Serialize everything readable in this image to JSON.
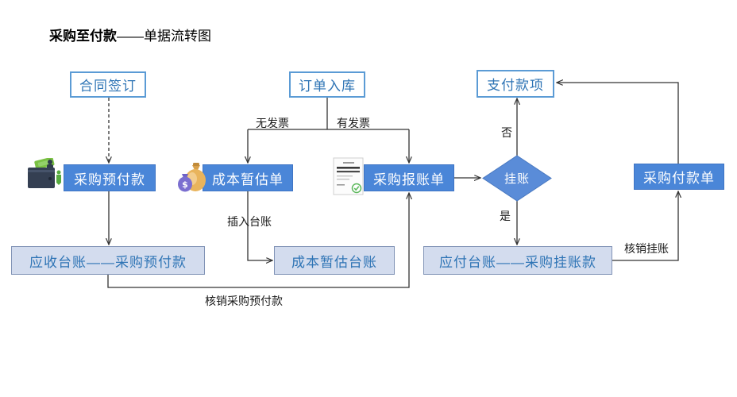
{
  "title": {
    "bold": "采购至付款",
    "rest": "——单据流转图"
  },
  "nodes": {
    "contract_sign": "合同签订",
    "order_inbound": "订单入库",
    "pay_funds": "支付款项",
    "purchase_prepay": "采购预付款",
    "cost_estimate_doc": "成本暂估单",
    "purchase_expense_doc": "采购报账单",
    "pending_account": "挂账",
    "purchase_payment_doc": "采购付款单",
    "receivable_ledger": "应收台账——采购预付款",
    "cost_estimate_ledger": "成本暂估台账",
    "payable_ledger": "应付台账——采购挂账款"
  },
  "labels": {
    "no_invoice": "无发票",
    "has_invoice": "有发票",
    "decision_no": "否",
    "decision_yes": "是",
    "insert_ledger": "插入台账",
    "writeoff_pending": "核销挂账",
    "writeoff_prepay": "核销采购预付款"
  },
  "icons": {
    "wallet_icon": "wallet-money-icon",
    "moneybag_icon": "money-bags-icon",
    "receipt_icon": "receipt-check-icon"
  },
  "colors": {
    "solid_node_fill": "#4a86d8",
    "diamond_fill": "#5a8cd8",
    "light_node_fill": "#d3dcee",
    "light_node_border": "#8193b6",
    "outline_node_border": "#5b9bd5",
    "blue_text": "#2e74b5",
    "connector": "#333333"
  }
}
